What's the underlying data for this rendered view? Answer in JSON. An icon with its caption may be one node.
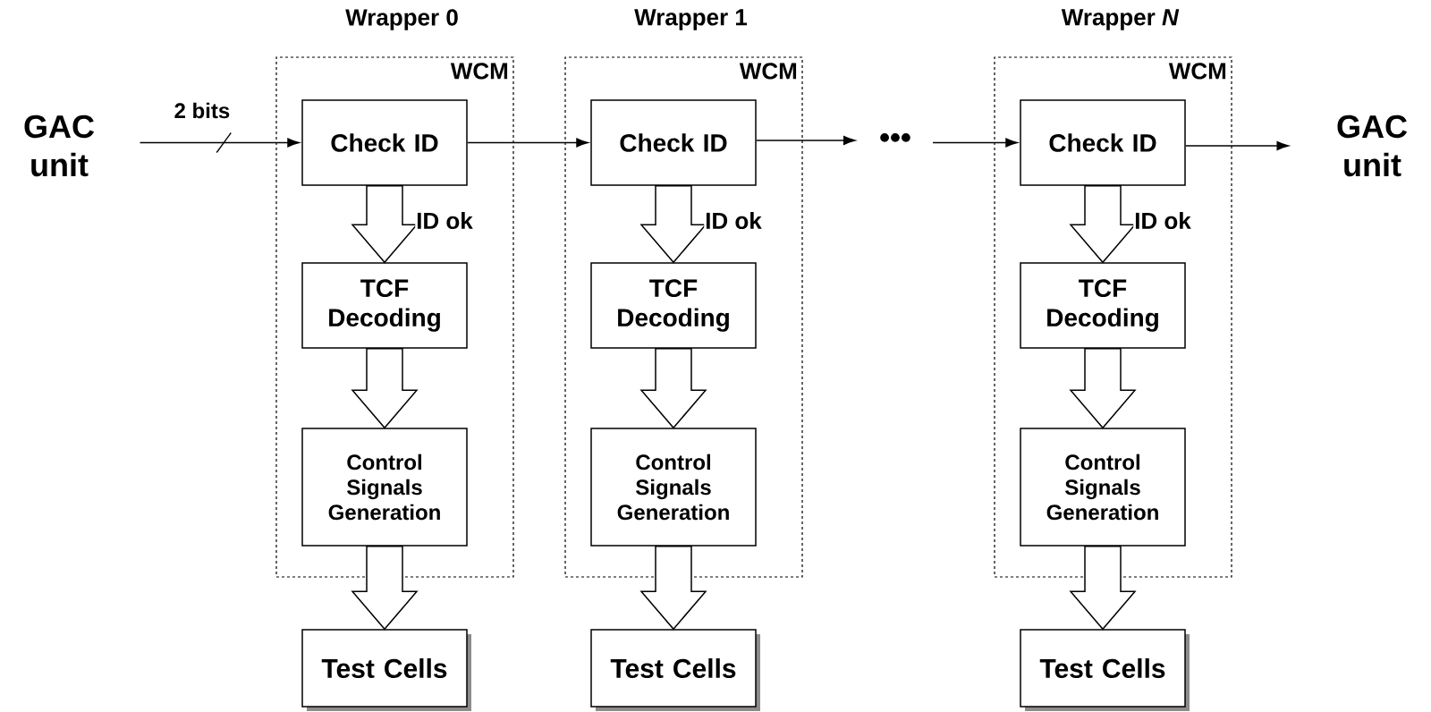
{
  "diagram": {
    "nodes": [
      {
        "text": [
          "GAC unit"
        ]
      },
      {
        "text": [
          "Wrapper 0",
          "WCM"
        ]
      },
      {
        "text": [
          "Check ID"
        ],
        "in": 1
      },
      {
        "text": [
          "TCF Decoding"
        ],
        "in": 1
      },
      {
        "text": [
          "Control Signals Generation"
        ],
        "in": 1
      },
      {
        "text": [
          "Test Cells"
        ]
      },
      {
        "text": [
          "Wrapper 1",
          "WCM"
        ]
      },
      {
        "text": [
          "Check ID"
        ],
        "in": 6
      },
      {
        "text": [
          "TCF Decoding"
        ],
        "in": 6
      },
      {
        "text": [
          "Control Signals Generation"
        ],
        "in": 6
      },
      {
        "text": [
          "Test Cells"
        ]
      },
      {
        "text": [
          "•••"
        ]
      },
      {
        "text": [
          "Wrapper *N*",
          "WCM"
        ]
      },
      {
        "text": [
          "Check ID"
        ],
        "in": 12
      },
      {
        "text": [
          "TCF Decoding"
        ],
        "in": 12
      },
      {
        "text": [
          "Control Signals Generation"
        ],
        "in": 12
      },
      {
        "text": [
          "Test Cells"
        ]
      },
      {
        "text": [
          "GAC unit"
        ]
      }
    ],
    "edges": [
      {
        "from": 0,
        "to": 2,
        "arrow": "to",
        "label": "2 bits"
      },
      {
        "from": 2,
        "to": 7,
        "arrow": "to"
      },
      {
        "from": 7,
        "to": 11,
        "arrow": "to"
      },
      {
        "from": 11,
        "to": 13,
        "arrow": "to"
      },
      {
        "from": 13,
        "to": 17,
        "arrow": "to"
      },
      {
        "from": 2,
        "to": 3,
        "arrow": "to",
        "style": "thick",
        "label": "ID ok"
      },
      {
        "from": 3,
        "to": 4,
        "arrow": "to",
        "style": "thick"
      },
      {
        "from": 4,
        "to": 5,
        "arrow": "to",
        "style": "thick"
      },
      {
        "from": 7,
        "to": 8,
        "arrow": "to",
        "style": "thick",
        "label": "ID ok"
      },
      {
        "from": 8,
        "to": 9,
        "arrow": "to",
        "style": "thick"
      },
      {
        "from": 9,
        "to": 10,
        "arrow": "to",
        "style": "thick"
      },
      {
        "from": 13,
        "to": 14,
        "arrow": "to",
        "style": "thick",
        "label": "ID ok"
      },
      {
        "from": 14,
        "to": 15,
        "arrow": "to",
        "style": "thick"
      },
      {
        "from": 15,
        "to": 16,
        "arrow": "to",
        "style": "thick"
      }
    ]
  }
}
